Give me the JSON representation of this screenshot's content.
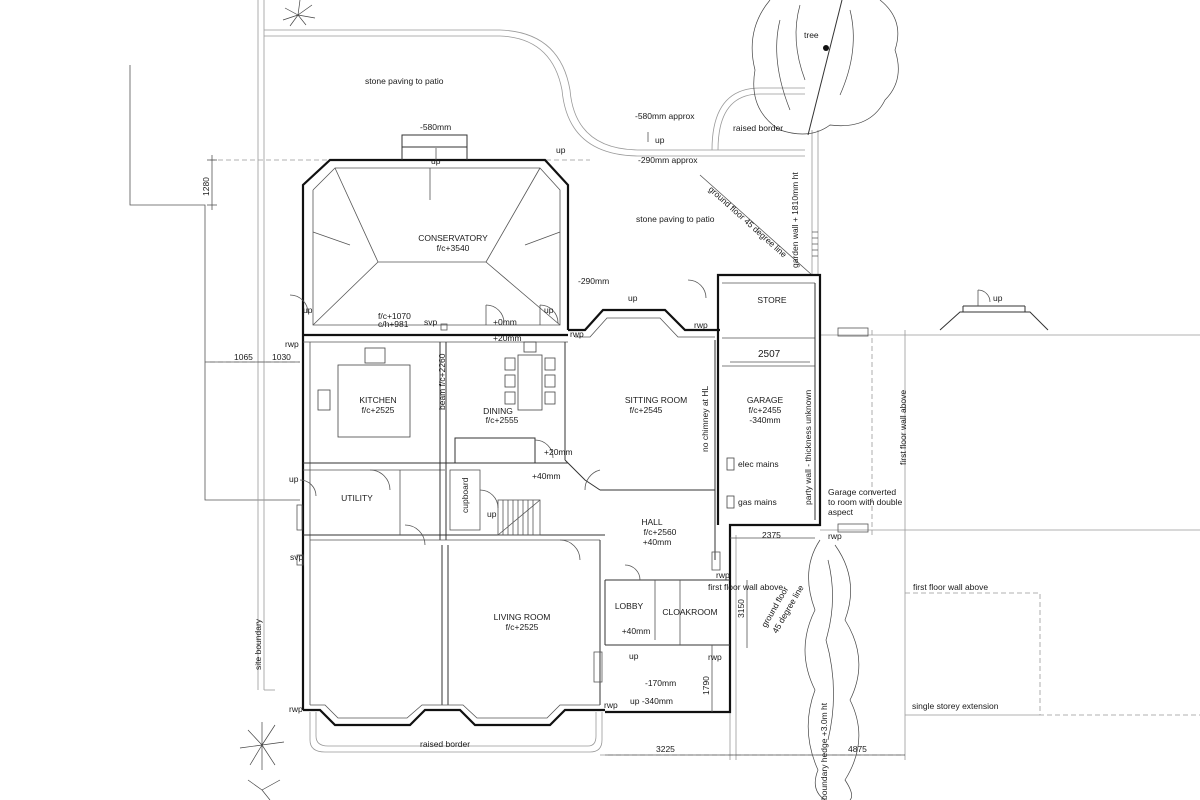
{
  "rooms": {
    "conservatory": {
      "name": "CONSERVATORY",
      "ceiling": "f/c+3540"
    },
    "kitchen": {
      "name": "KITCHEN",
      "ceiling": "f/c+2525"
    },
    "dining": {
      "name": "DINING",
      "ceiling": "f/c+2555"
    },
    "sitting_room": {
      "name": "SITTING ROOM",
      "ceiling": "f/c+2545"
    },
    "store": {
      "name": "STORE"
    },
    "garage": {
      "name": "GARAGE",
      "ceiling": "f/c+2455",
      "level": "-340mm"
    },
    "utility": {
      "name": "UTILITY"
    },
    "hall": {
      "name": "HALL",
      "ceiling": "f/c+2560",
      "level": "+40mm"
    },
    "lobby": {
      "name": "LOBBY",
      "level": "+40mm"
    },
    "cloakroom": {
      "name": "CLOAKROOM"
    },
    "living_room": {
      "name": "LIVING ROOM",
      "ceiling": "f/c+2525"
    }
  },
  "labels": {
    "tree": "tree",
    "stone_paving_top": "stone paving to patio",
    "stone_paving_right": "stone paving to patio",
    "minus_580": "-580mm",
    "minus_580_approx": "-580mm approx",
    "raised_border_top": "raised border",
    "minus_290_approx": "-290mm approx",
    "minus_290": "-290mm",
    "ground_floor_45_top": "ground floor 45 degree line",
    "garden_wall": "garden wall + 1810mm ht",
    "fc_1070": "f/c+1070",
    "ch_981": "c/h+981",
    "svp_top": "svp",
    "svp_left": "svp",
    "plus_0": "+0mm",
    "plus_20_top": "+20mm",
    "plus_20_mid": "+20mm",
    "plus_40": "+40mm",
    "beam": "beam f/c+2260",
    "no_chimney": "no chimney at HL",
    "party_wall": "party wall - thickness unknown",
    "elec_mains": "elec mains",
    "gas_mains": "gas mains",
    "garage_converted": [
      "Garage converted",
      "to room with double",
      "aspect"
    ],
    "first_floor_wall_vertical": "first floor wall above",
    "first_floor_wall_1": "first floor wall above",
    "first_floor_wall_2": "first floor wall above",
    "ground_floor_45_bottom": [
      "ground floor",
      "45 degree line"
    ],
    "single_storey": "single storey extension",
    "boundary_hedge": "boundary hedge +3.0m ht",
    "site_boundary": "site boundary",
    "cupboard": "cupboard",
    "raised_border_bottom": "raised border",
    "minus_170": "-170mm",
    "up_minus_340": "up -340mm",
    "up": "up",
    "rwp": "rwp"
  },
  "dimensions": {
    "d1280": "1280",
    "d1065": "1065",
    "d1030": "1030",
    "d2507": "2507",
    "d2375": "2375",
    "d3150": "3150",
    "d1790": "1790",
    "d3225": "3225",
    "d4875": "4875"
  }
}
